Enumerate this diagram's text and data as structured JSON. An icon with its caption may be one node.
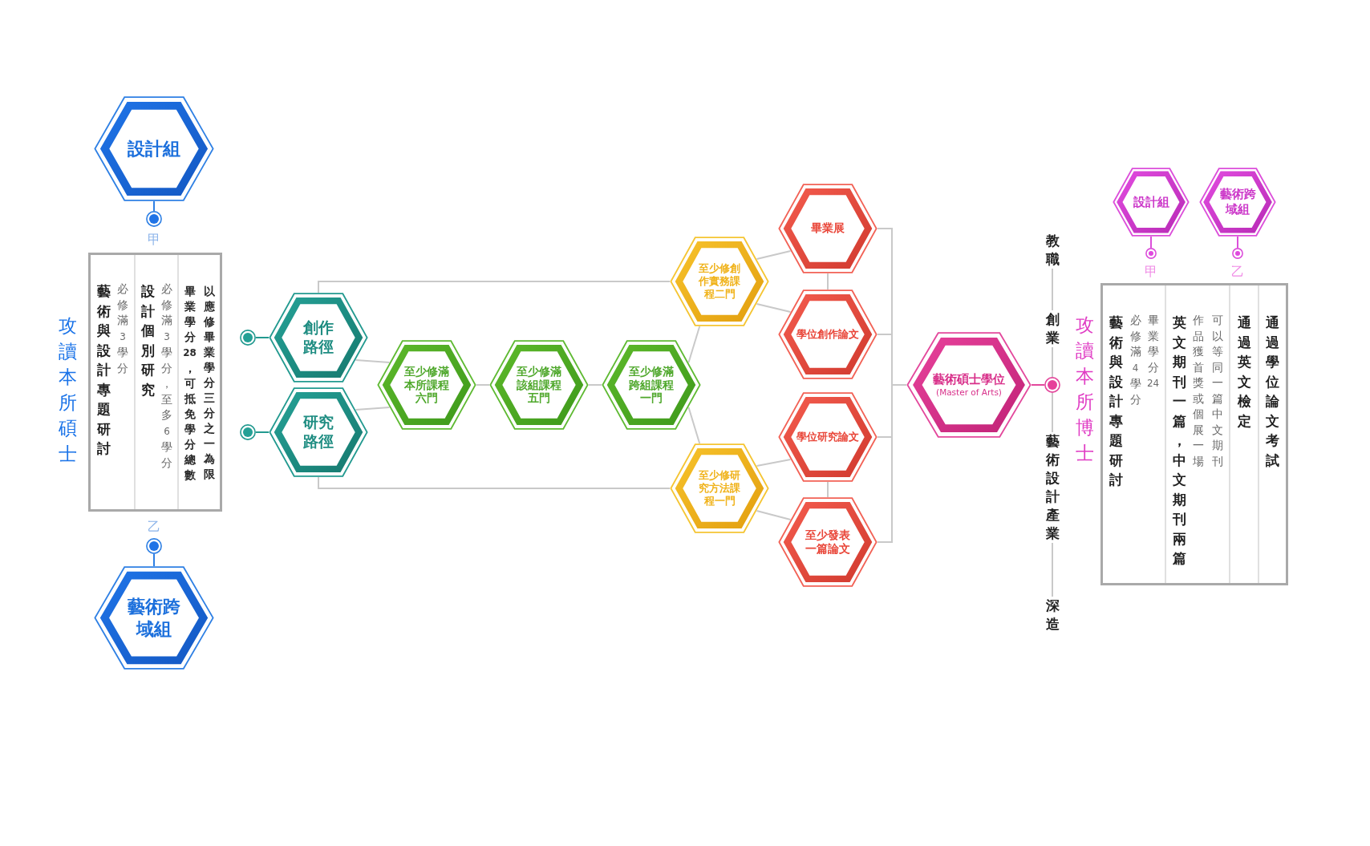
{
  "diagram": {
    "nodes": [
      {
        "text": [
          "設計組"
        ]
      },
      {
        "text": [],
        "shape": "circle",
        "beside": [
          "甲"
        ]
      },
      {
        "text": [],
        "shape": "box"
      },
      {
        "text": [
          "藝術與設計專題研討",
          "必修滿3學分"
        ],
        "in": 2
      },
      {
        "text": [
          "設計個別研究",
          "必修滿3學分，至多6學分"
        ],
        "in": 2
      },
      {
        "text": [
          "畢業學分28，可抵免學分總數以應修畢業學分三分之一為限"
        ],
        "in": 2
      },
      {
        "text": [],
        "shape": "circle",
        "beside": [
          "乙"
        ]
      },
      {
        "text": [
          "藝術跨域組"
        ]
      },
      {
        "text": [],
        "shape": "circle"
      },
      {
        "text": [
          "創作路徑"
        ]
      },
      {
        "text": [],
        "shape": "circle"
      },
      {
        "text": [
          "研究路徑"
        ]
      },
      {
        "text": [
          "至少修滿本所課程六門"
        ]
      },
      {
        "text": [
          "至少修滿該組課程五門"
        ]
      },
      {
        "text": [
          "至少修滿跨組課程一門"
        ]
      },
      {
        "text": [
          "至少修創作實務課程二門"
        ]
      },
      {
        "text": [
          "至少修研究方法課程一門"
        ]
      },
      {
        "text": [
          "畢業展"
        ]
      },
      {
        "text": [
          "學位創作論文"
        ]
      },
      {
        "text": [
          "學位研究論文"
        ]
      },
      {
        "text": [
          "至少發表一篇論文"
        ]
      },
      {
        "text": [
          "藝術碩士學位",
          "(Master of Arts)"
        ]
      },
      {
        "text": [
          "教職"
        ]
      },
      {
        "text": [
          "創業"
        ]
      },
      {
        "text": [],
        "shape": "circle"
      },
      {
        "text": [
          "藝術設計產業"
        ]
      },
      {
        "text": [
          "深造"
        ]
      },
      {
        "text": [
          "設計組"
        ]
      },
      {
        "text": [],
        "shape": "circle",
        "beside": [
          "甲"
        ]
      },
      {
        "text": [
          "藝術跨域組"
        ]
      },
      {
        "text": [],
        "shape": "circle",
        "beside": [
          "乙"
        ]
      },
      {
        "text": [],
        "shape": "box"
      },
      {
        "text": [
          "藝術與設計專題研討",
          "必修滿4學分",
          "畢業學分24"
        ],
        "in": 31
      },
      {
        "text": [
          "英文期刊一篇，中文期刊兩篇",
          "作品獲首獎或個展一場可以等同一篇中文期刊"
        ],
        "in": 31
      },
      {
        "text": [
          "通過英文檢定"
        ],
        "in": 31
      },
      {
        "text": [
          "通過學位論文考試"
        ],
        "in": 31
      }
    ],
    "edges": [
      {
        "from": 0,
        "to": 1,
        "arrow": "none",
        "color": "#2f80e4"
      },
      {
        "from": 6,
        "to": 7,
        "arrow": "none",
        "color": "#2f80e4"
      },
      {
        "from": 8,
        "to": 9,
        "arrow": "none",
        "color": "#239a90"
      },
      {
        "from": 10,
        "to": 11,
        "arrow": "none",
        "color": "#239a90"
      },
      {
        "from": 9,
        "to": 12,
        "arrow": "none"
      },
      {
        "from": 11,
        "to": 12,
        "arrow": "none"
      },
      {
        "from": 12,
        "to": 13,
        "arrow": "none"
      },
      {
        "from": 13,
        "to": 14,
        "arrow": "none"
      },
      {
        "from": 14,
        "to": 15,
        "arrow": "none"
      },
      {
        "from": 14,
        "to": 16,
        "arrow": "none"
      },
      {
        "from": 9,
        "to": 15,
        "arrow": "none"
      },
      {
        "from": 11,
        "to": 16,
        "arrow": "none"
      },
      {
        "from": 15,
        "to": 17,
        "arrow": "none"
      },
      {
        "from": 15,
        "to": 18,
        "arrow": "none"
      },
      {
        "from": 17,
        "to": 18,
        "arrow": "none"
      },
      {
        "from": 16,
        "to": 19,
        "arrow": "none"
      },
      {
        "from": 16,
        "to": 20,
        "arrow": "none"
      },
      {
        "from": 19,
        "to": 20,
        "arrow": "none"
      },
      {
        "from": 17,
        "to": 21,
        "arrow": "none"
      },
      {
        "from": 18,
        "to": 21,
        "arrow": "none"
      },
      {
        "from": 19,
        "to": 21,
        "arrow": "none"
      },
      {
        "from": 20,
        "to": 21,
        "arrow": "none"
      },
      {
        "from": 21,
        "to": 24,
        "arrow": "none",
        "color": "#e3489c"
      },
      {
        "from": 22,
        "to": 23,
        "arrow": "none"
      },
      {
        "from": 23,
        "to": 24,
        "arrow": "none"
      },
      {
        "from": 24,
        "to": 25,
        "arrow": "none"
      },
      {
        "from": 25,
        "to": 26,
        "arrow": "none"
      },
      {
        "from": 27,
        "to": 28,
        "arrow": "none",
        "color": "#dc4fda"
      },
      {
        "from": 29,
        "to": 30,
        "arrow": "none",
        "color": "#dc4fda"
      }
    ],
    "labels": [
      "攻讀本所碩士",
      "攻讀本所博士"
    ]
  }
}
